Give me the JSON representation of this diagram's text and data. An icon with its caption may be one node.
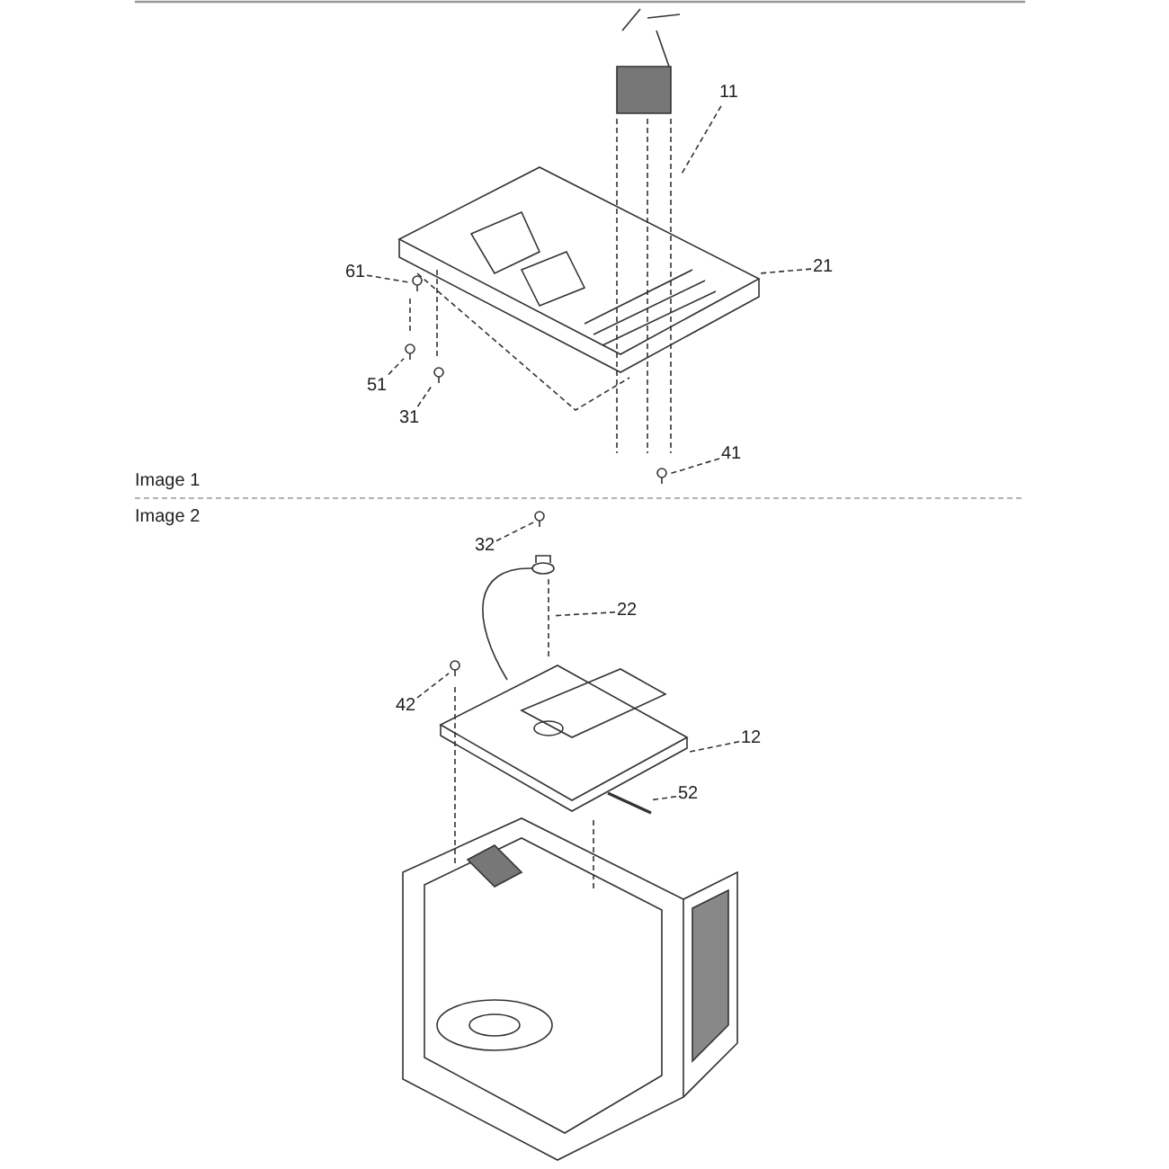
{
  "diagram": {
    "nodes": [
      {
        "text": [
          "11"
        ]
      },
      {
        "text": [
          "21"
        ]
      },
      {
        "text": [
          "61"
        ]
      },
      {
        "text": [
          "51"
        ]
      },
      {
        "text": [
          "31"
        ]
      },
      {
        "text": [
          "41"
        ]
      },
      {
        "text": [
          "32"
        ]
      },
      {
        "text": [
          "22"
        ]
      },
      {
        "text": [
          "42"
        ]
      },
      {
        "text": [
          "12"
        ]
      },
      {
        "text": [
          "52"
        ]
      },
      {
        "text": [],
        "shape": "picture"
      },
      {
        "text": [],
        "shape": "picture"
      },
      {
        "text": [],
        "shape": "picture"
      },
      {
        "text": [],
        "shape": "picture"
      },
      {
        "text": [],
        "shape": "picture"
      },
      {
        "text": [],
        "shape": "picture"
      },
      {
        "text": [],
        "shape": "picture"
      },
      {
        "text": [],
        "shape": "picture"
      },
      {
        "text": [],
        "shape": "picture"
      },
      {
        "text": [],
        "shape": "picture"
      },
      {
        "text": [],
        "shape": "picture"
      }
    ],
    "edges": [
      {
        "from": 0,
        "to": 11,
        "arrow": "none",
        "style": "dashed"
      },
      {
        "from": 1,
        "to": 12,
        "arrow": "none",
        "style": "dashed"
      },
      {
        "from": 2,
        "to": 13,
        "arrow": "none",
        "style": "dashed"
      },
      {
        "from": 3,
        "to": 14,
        "arrow": "none",
        "style": "dashed"
      },
      {
        "from": 4,
        "to": 15,
        "arrow": "none",
        "style": "dashed"
      },
      {
        "from": 5,
        "to": 16,
        "arrow": "none",
        "style": "dashed"
      },
      {
        "from": 6,
        "to": 17,
        "arrow": "none",
        "style": "dashed"
      },
      {
        "from": 7,
        "to": 18,
        "arrow": "none",
        "style": "dashed"
      },
      {
        "from": 8,
        "to": 19,
        "arrow": "none",
        "style": "dashed"
      },
      {
        "from": 9,
        "to": 20,
        "arrow": "none",
        "style": "dashed"
      },
      {
        "from": 10,
        "to": 21,
        "arrow": "none",
        "style": "dashed"
      }
    ],
    "labels": [
      "Image 1",
      "Image 2"
    ]
  }
}
